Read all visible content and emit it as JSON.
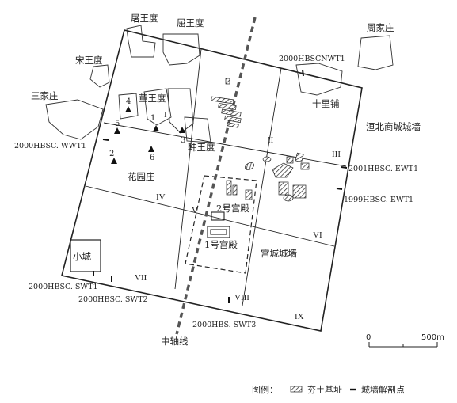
{
  "villages": {
    "tuwangdu": "屠王度",
    "quwangdu": "屈王度",
    "zhoujiazhuang": "周家庄",
    "songwangdu": "宋王度",
    "sanjiazhuang": "三家庄",
    "dongwangdu": "董王度",
    "shilipu": "十里铺",
    "hanwangdu": "韩王度",
    "huayuanzhuang": "花园庄"
  },
  "features": {
    "city_wall_label": "洹北商城城墙",
    "palace_wall_label": "宫城城墙",
    "palace_1": "1号宫殿",
    "palace_2": "2号宫殿",
    "small_city": "小城",
    "axis_label": "中轴线"
  },
  "sections": {
    "nwt1": "2000HBSCNWT1",
    "wwt1": "2000HBSC. WWT1",
    "ewt1_2001": "2001HBSC. EWT1",
    "ewt1_1999": "1999HBSC. EWT1",
    "swt1": "2000HBSC. SWT1",
    "swt2": "2000HBSC. SWT2",
    "swt3": "2000HBS. SWT3"
  },
  "zones": [
    "I",
    "II",
    "III",
    "IV",
    "V",
    "VI",
    "VII",
    "VIII",
    "IX"
  ],
  "sites": [
    "1",
    "2",
    "3",
    "4",
    "5",
    "6"
  ],
  "scale": {
    "start": "0",
    "end": "500m"
  },
  "legend": {
    "title": "图例：",
    "rammed_earth": "夯土基址",
    "wall_section": "城墙解剖点"
  }
}
